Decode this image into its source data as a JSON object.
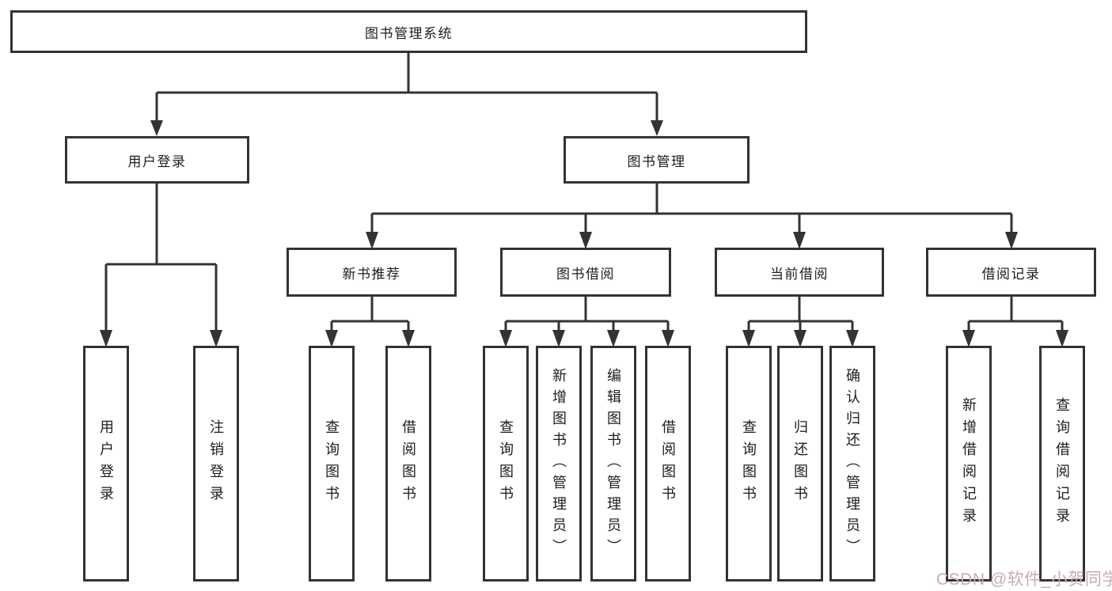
{
  "diagram": {
    "root": {
      "label": "图书管理系统"
    },
    "branches": [
      {
        "label": "用户登录",
        "children": [
          {
            "label": "用户登录"
          },
          {
            "label": "注销登录"
          }
        ]
      },
      {
        "label": "图书管理",
        "children": [
          {
            "label": "新书推荐",
            "children": [
              {
                "label": "查询图书"
              },
              {
                "label": "借阅图书"
              }
            ]
          },
          {
            "label": "图书借阅",
            "children": [
              {
                "label": "查询图书"
              },
              {
                "label": "新增图书（管理员）"
              },
              {
                "label": "编辑图书（管理员）"
              },
              {
                "label": "借阅图书"
              }
            ]
          },
          {
            "label": "当前借阅",
            "children": [
              {
                "label": "查询图书"
              },
              {
                "label": "归还图书"
              },
              {
                "label": "确认归还（管理员）"
              }
            ]
          },
          {
            "label": "借阅记录",
            "children": [
              {
                "label": "新增借阅记录"
              },
              {
                "label": "查询借阅记录"
              }
            ]
          }
        ]
      }
    ]
  },
  "watermark": {
    "text": "CSDN @软件_小贺同学",
    "color": "#c9abaf"
  },
  "colors": {
    "line": "#333333",
    "box_background": "#ffffff",
    "text": "#1d1d1d"
  }
}
